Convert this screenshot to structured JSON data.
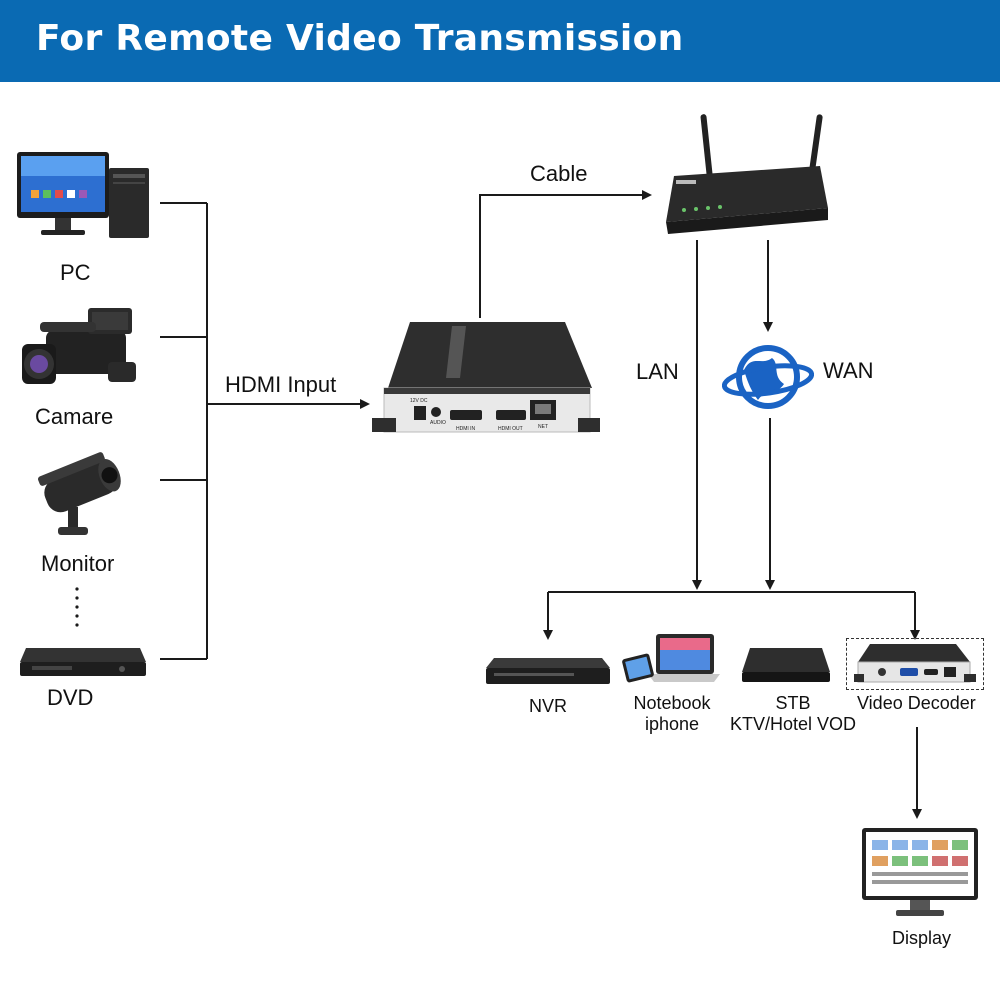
{
  "header": {
    "title": "For Remote Video Transmission"
  },
  "sources": {
    "pc": "PC",
    "camera": "Camare",
    "monitor": "Monitor",
    "dvd": "DVD"
  },
  "links": {
    "hdmi_input": "HDMI Input",
    "cable": "Cable",
    "lan": "LAN",
    "wan": "WAN"
  },
  "encoder": {
    "port_dc": "12V DC",
    "port_audio": "AUDIO",
    "port_hdmi_in": "HDMI IN",
    "port_hdmi_out": "HDMI OUT",
    "port_net": "NET"
  },
  "endpoints": {
    "nvr": "NVR",
    "notebook_line1": "Notebook",
    "notebook_line2": "iphone",
    "stb_line1": "STB",
    "stb_line2": "KTV/Hotel VOD",
    "decoder": "Video Decoder",
    "display": "Display"
  },
  "colors": {
    "header_bg": "#0a6ab3",
    "wan_icon": "#1a63c4",
    "device_body": "#2b2b2b",
    "lines": "#1a1a1a"
  }
}
